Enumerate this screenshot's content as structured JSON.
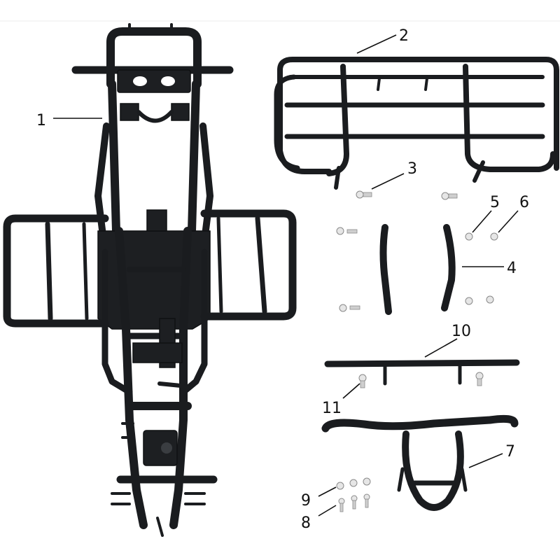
{
  "callouts": {
    "c1": "1",
    "c2": "2",
    "c3": "3",
    "c4": "4",
    "c5": "5",
    "c6": "6",
    "c7": "7",
    "c8": "8",
    "c9": "9",
    "c10": "10",
    "c11": "11"
  },
  "colors": {
    "background": "#ffffff",
    "metal": "#1a1c1f",
    "hardware": "#e6e6e6",
    "text": "#111111"
  }
}
